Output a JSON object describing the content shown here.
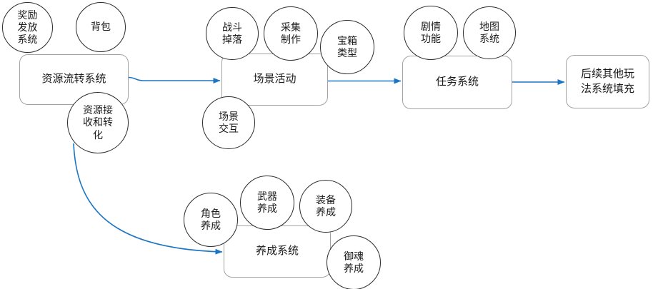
{
  "diagram": {
    "title": "game-systems-flowchart",
    "arrow_color": "#1B75C4",
    "ellipse_border_color": "#2b2b2b",
    "rect_border_color": "#a3a3a3",
    "nodes": {
      "reward_system": {
        "label": "奖励\n发放\n系统",
        "shape": "ellipse"
      },
      "backpack": {
        "label": "背包",
        "shape": "ellipse"
      },
      "resource_flow_system": {
        "label": "资源流转系统",
        "shape": "rect"
      },
      "resource_receive_convert": {
        "label": "资源接\n收和转\n化",
        "shape": "ellipse"
      },
      "battle_drop": {
        "label": "战斗\n掉落",
        "shape": "ellipse"
      },
      "gather_craft": {
        "label": "采集\n制作",
        "shape": "ellipse"
      },
      "chest_type": {
        "label": "宝箱\n类型",
        "shape": "ellipse"
      },
      "scene_activity": {
        "label": "场景活动",
        "shape": "rect"
      },
      "scene_interaction": {
        "label": "场景\n交互",
        "shape": "ellipse"
      },
      "plot_function": {
        "label": "剧情\n功能",
        "shape": "ellipse"
      },
      "map_system": {
        "label": "地图\n系统",
        "shape": "ellipse"
      },
      "task_system": {
        "label": "任务系统",
        "shape": "rect"
      },
      "followup_systems": {
        "label": "后续其他玩\n法系统填充",
        "shape": "rect"
      },
      "character_growth": {
        "label": "角色\n养成",
        "shape": "ellipse"
      },
      "weapon_growth": {
        "label": "武器\n养成",
        "shape": "ellipse"
      },
      "equipment_growth": {
        "label": "装备\n养成",
        "shape": "ellipse"
      },
      "growth_system": {
        "label": "养成系统",
        "shape": "rect"
      },
      "soul_growth": {
        "label": "御魂\n养成",
        "shape": "ellipse"
      }
    },
    "edges": [
      {
        "from": "resource_flow_system",
        "to": "scene_activity"
      },
      {
        "from": "scene_activity",
        "to": "task_system"
      },
      {
        "from": "task_system",
        "to": "followup_systems"
      },
      {
        "from": "resource_receive_convert",
        "to": "growth_system"
      }
    ]
  }
}
